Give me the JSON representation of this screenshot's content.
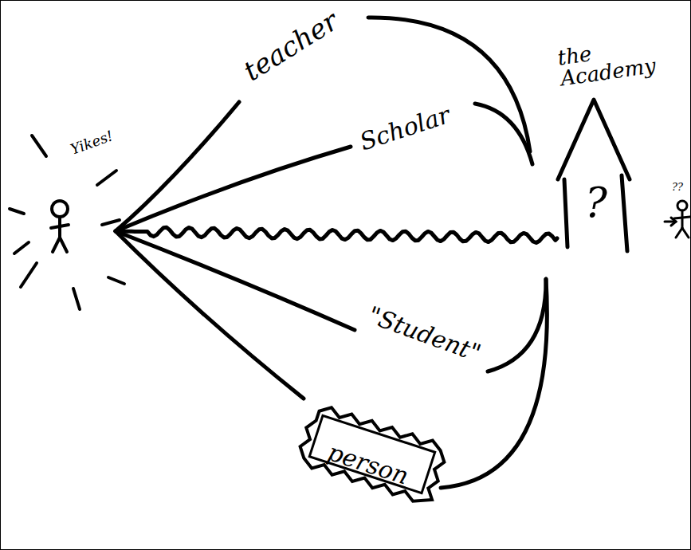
{
  "diagram": {
    "nodes": [
      {
        "text": [
          "Yikes!"
        ]
      },
      {
        "text": [
          "the Academy",
          "?"
        ]
      },
      {
        "text": [
          "person"
        ]
      }
    ],
    "edges": [
      {
        "from": 0,
        "to": 1,
        "arrow": "none",
        "label": "teacher"
      },
      {
        "from": 0,
        "to": 1,
        "arrow": "none",
        "label": "Scholar"
      },
      {
        "from": 0,
        "to": 1,
        "arrow": "none"
      },
      {
        "from": 0,
        "to": 1,
        "arrow": "none",
        "label": "\"Student\""
      },
      {
        "from": 0,
        "to": 2,
        "arrow": "none"
      },
      {
        "from": 2,
        "to": 1,
        "arrow": "none"
      }
    ],
    "labels": [
      "??"
    ]
  }
}
